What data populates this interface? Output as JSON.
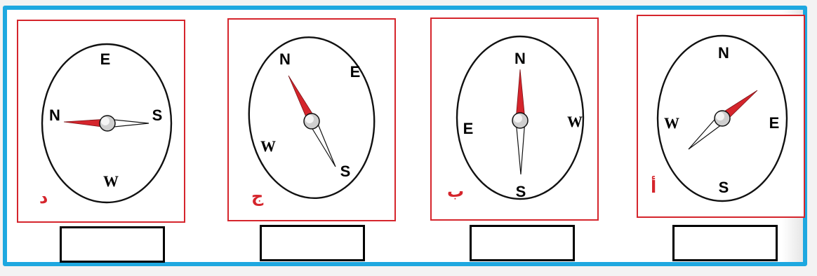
{
  "colors": {
    "frame_border": "#1ea8e0",
    "card_border": "#d5252c",
    "needle_red": "#d5252c",
    "dial_outline": "#111111",
    "answer_box_border": "#000000"
  },
  "compasses": [
    {
      "id": "d",
      "letter": "د",
      "directions": {
        "top": "E",
        "left": "N",
        "right": "S",
        "bottom": "W"
      },
      "needle_points_to": "N",
      "answer": ""
    },
    {
      "id": "j",
      "letter": "ج",
      "directions": {
        "top": "N",
        "right": "E",
        "left": "W",
        "bottom": "S"
      },
      "needle_points_to": "N",
      "answer": ""
    },
    {
      "id": "b",
      "letter": "ب",
      "directions": {
        "top": "N",
        "left": "E",
        "right": "W",
        "bottom": "S"
      },
      "needle_points_to": "N",
      "answer": ""
    },
    {
      "id": "a",
      "letter": "أ",
      "directions": {
        "top": "N",
        "left": "W",
        "right": "E",
        "bottom": "S"
      },
      "needle_points_to": "E",
      "answer": ""
    }
  ]
}
